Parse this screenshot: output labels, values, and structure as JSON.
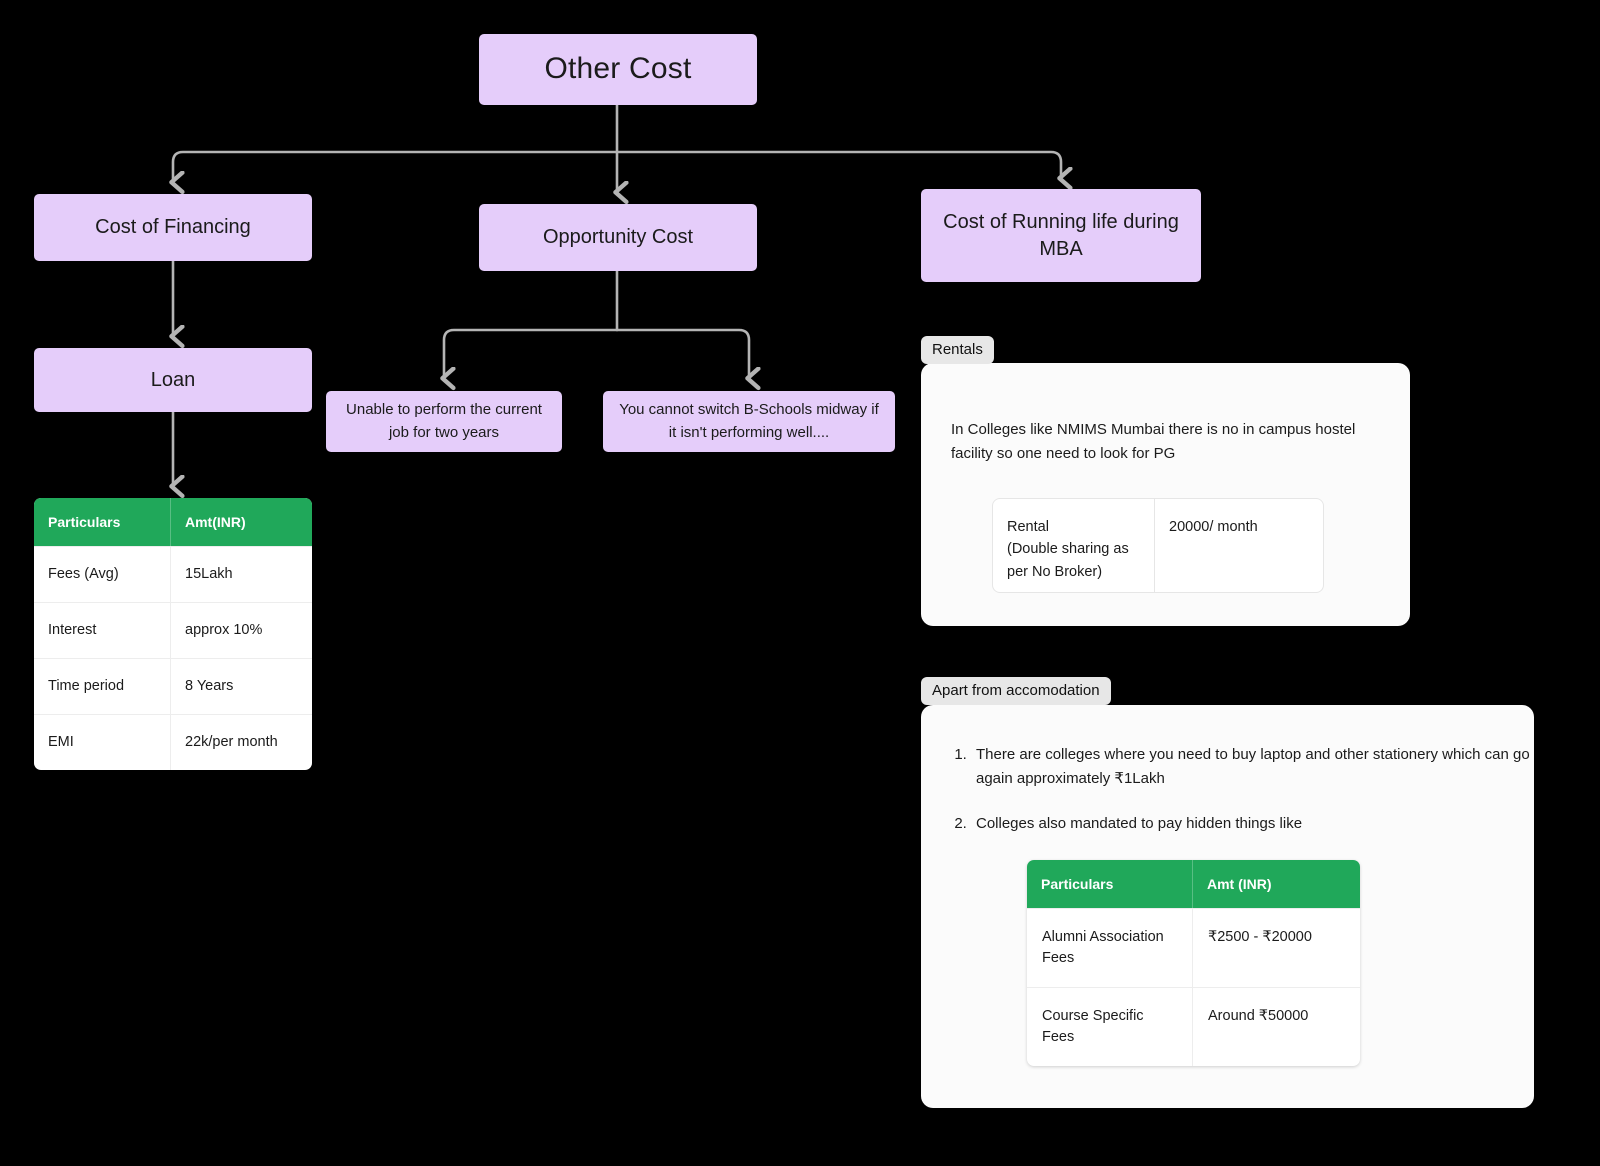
{
  "colors": {
    "node_fill": "#E5CDFA",
    "table_header_green": "#20A85A",
    "connector_gray": "#B4B4B4",
    "card_bg": "#FBFBFB",
    "chip_bg": "#E7E7E7",
    "background": "#000000"
  },
  "flow": {
    "root": "Other Cost",
    "branches": {
      "financing": "Cost of Financing",
      "opportunity": "Opportunity Cost",
      "running": "Cost of Running life during MBA"
    },
    "loan": "Loan",
    "opportunity_leaves": [
      "Unable to perform the current job for two years",
      "You cannot switch B-Schools midway if  it isn't performing well...."
    ]
  },
  "loan_table": {
    "headers": [
      "Particulars",
      "Amt(INR)"
    ],
    "rows": [
      {
        "particular": "Fees (Avg)",
        "amount": "15Lakh"
      },
      {
        "particular": "Interest",
        "amount": "approx 10%"
      },
      {
        "particular": "Time period",
        "amount": "8 Years"
      },
      {
        "particular": "EMI",
        "amount": "22k/per month"
      }
    ]
  },
  "rentals": {
    "chip_label": "Rentals",
    "paragraph": "In Colleges  like NMIMS Mumbai there is no in campus hostel facility so one need to look for PG",
    "mini_table": {
      "label": "Rental (Double sharing as per No Broker)",
      "label_line1": "Rental",
      "label_line2": "(Double sharing as",
      "label_line3": "per No Broker)",
      "value": "20000/ month"
    }
  },
  "accommodation": {
    "chip_label": "Apart from accomodation",
    "list": [
      "There are colleges where you need to buy laptop and other stationery which can go again approximately ₹1Lakh",
      "Colleges also mandated to pay hidden things like"
    ],
    "table": {
      "headers": [
        "Particulars",
        "Amt (INR)"
      ],
      "rows": [
        {
          "particular": "Alumni Association Fees",
          "amount": "₹2500 - ₹20000"
        },
        {
          "particular": "Course Specific Fees",
          "amount": "Around ₹50000"
        }
      ]
    }
  }
}
